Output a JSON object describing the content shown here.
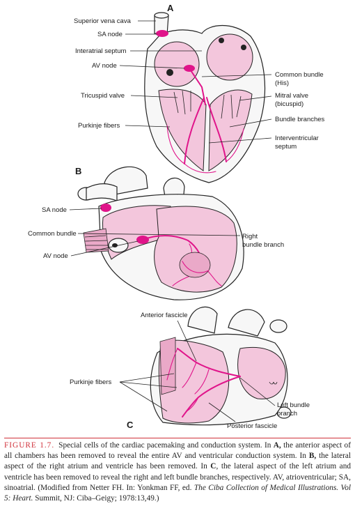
{
  "panels": {
    "a": "A",
    "b": "B",
    "c": "C"
  },
  "labels_a": {
    "superior_vena_cava": "Superior vena cava",
    "sa_node": "SA node",
    "interatrial_septum": "Interatrial septum",
    "av_node": "AV node",
    "tricuspid_valve": "Tricuspid valve",
    "purkinje_fibers": "Purkinje fibers",
    "common_bundle_1": "Common bundle",
    "common_bundle_2": "(His)",
    "mitral_valve_1": "Mitral valve",
    "mitral_valve_2": "(bicuspid)",
    "bundle_branches": "Bundle branches",
    "interventricular_1": "Interventricular",
    "interventricular_2": "septum"
  },
  "labels_b": {
    "sa_node": "SA node",
    "common_bundle": "Common bundle",
    "av_node": "AV node",
    "right_bundle_1": "Right",
    "right_bundle_2": "bundle branch"
  },
  "labels_c": {
    "anterior_fascicle": "Anterior fascicle",
    "purkinje_fibers": "Purkinje fibers",
    "left_bundle_1": "Left bundle",
    "left_bundle_2": "branch",
    "posterior_fascicle": "Posterior fascicle"
  },
  "caption": {
    "figure_label": "FIGURE 1.7.",
    "t1": "Special cells of the cardiac pacemaking and conduction system. In ",
    "b1": "A,",
    "t2": " the anterior aspect of all chambers has been removed to reveal the entire AV and ventricular conduction system. In ",
    "b2": "B,",
    "t3": " the lateral aspect of the right atrium and ventricle has been removed. In ",
    "b3": "C",
    "t4": ", the lateral aspect of the left atrium and ventricle has been removed to reveal the right and left bundle branches, respectively. AV, atrioventricular; SA, sinoatrial. (Modified from Netter FH. In: Yonkman FF, ed. ",
    "i1": "The Ciba Collection of Medical Illustrations. Vol 5: Heart.",
    "t5": " Summit, NJ: Ciba–Geigy; 1978:13,49.)"
  },
  "colors": {
    "tissue_pink": "#f3c6dc",
    "conduction_magenta": "#e0148a",
    "caption_red": "#d0303a"
  }
}
